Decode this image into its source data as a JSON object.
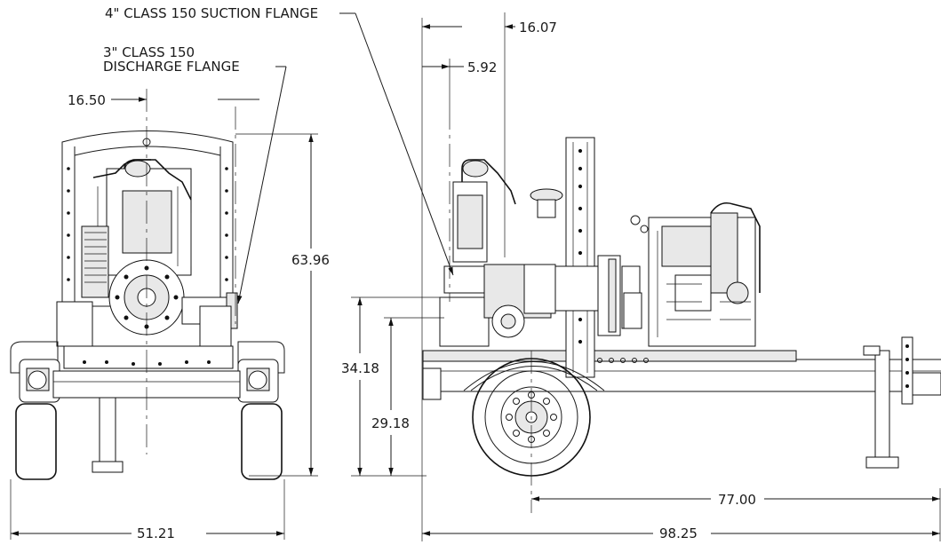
{
  "callouts": {
    "suction_flange": "4\" CLASS 150 SUCTION FLANGE",
    "discharge_flange_line1": "3\" CLASS 150",
    "discharge_flange_line2": "DISCHARGE FLANGE"
  },
  "dimensions": {
    "front_discharge_offset": "16.50",
    "front_overall_height": "63.96",
    "front_overall_width": "51.21",
    "side_suction_offset": "16.07",
    "side_discharge_offset": "5.92",
    "side_suction_height": "34.18",
    "side_discharge_height": "29.18",
    "side_axle_to_hitch": "77.00",
    "side_overall_length": "98.25"
  },
  "views": {
    "front": "front-view",
    "side": "side-view"
  }
}
